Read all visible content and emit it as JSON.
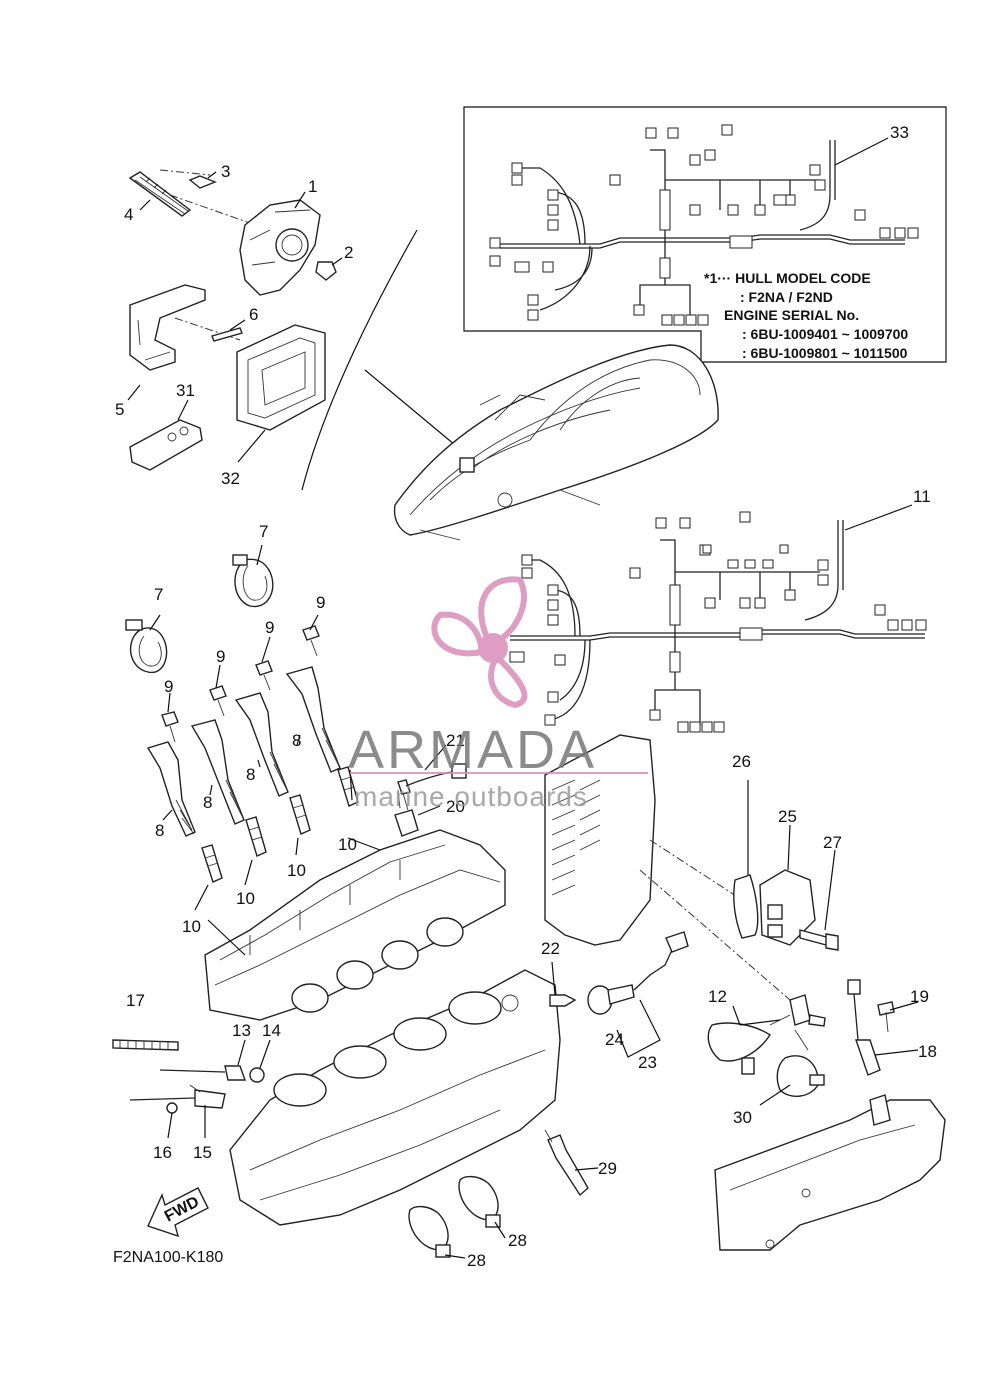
{
  "diagram_code": "F2NA100-K180",
  "fwd_label": "FWD",
  "hull_note": {
    "line1": "*1··· HULL MODEL CODE",
    "line2": ": F2NA / F2ND",
    "line3": "ENGINE SERIAL No.",
    "line4": ": 6BU-1009401 ~ 1009700",
    "line5": ": 6BU-1009801 ~ 1011500"
  },
  "watermark": {
    "brand": "ARMADA",
    "tagline": "marine outboards",
    "color": "#d98cb8"
  },
  "callouts": {
    "c1": "1",
    "c2": "2",
    "c3": "3",
    "c4": "4",
    "c5": "5",
    "c6": "6",
    "c7a": "7",
    "c7b": "7",
    "c8a": "8",
    "c8b": "8",
    "c8c": "8",
    "c8d": "8",
    "c9a": "9",
    "c9b": "9",
    "c9c": "9",
    "c9d": "9",
    "c10a": "10",
    "c10b": "10",
    "c10c": "10",
    "c10d": "10",
    "c11": "11",
    "c12": "12",
    "c13": "13",
    "c14": "14",
    "c15": "15",
    "c16": "16",
    "c17": "17",
    "c18": "18",
    "c19": "19",
    "c20": "20",
    "c21": "21",
    "c22": "22",
    "c23": "23",
    "c24": "24",
    "c25": "25",
    "c26": "26",
    "c27": "27",
    "c28a": "28",
    "c28b": "28",
    "c29": "29",
    "c30": "30",
    "c31": "31",
    "c32": "32",
    "c33": "33"
  }
}
